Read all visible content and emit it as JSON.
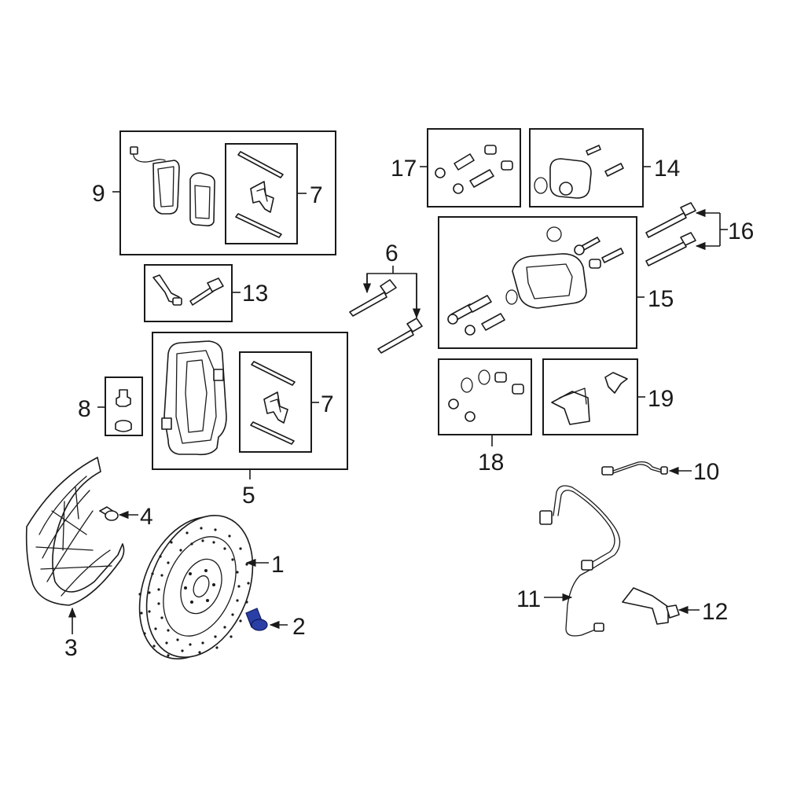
{
  "diagram": {
    "callouts": {
      "c1": "1",
      "c2": "2",
      "c3": "3",
      "c4": "4",
      "c5": "5",
      "c6": "6",
      "c7a": "7",
      "c7b": "7",
      "c8": "8",
      "c9": "9",
      "c10": "10",
      "c11": "11",
      "c12": "12",
      "c13": "13",
      "c14": "14",
      "c15": "15",
      "c16": "16",
      "c17": "17",
      "c18": "18",
      "c19": "19"
    },
    "highlighted_part": "2",
    "highlight_color": "#2a3fa6",
    "line_color": "#1a1a1a"
  }
}
